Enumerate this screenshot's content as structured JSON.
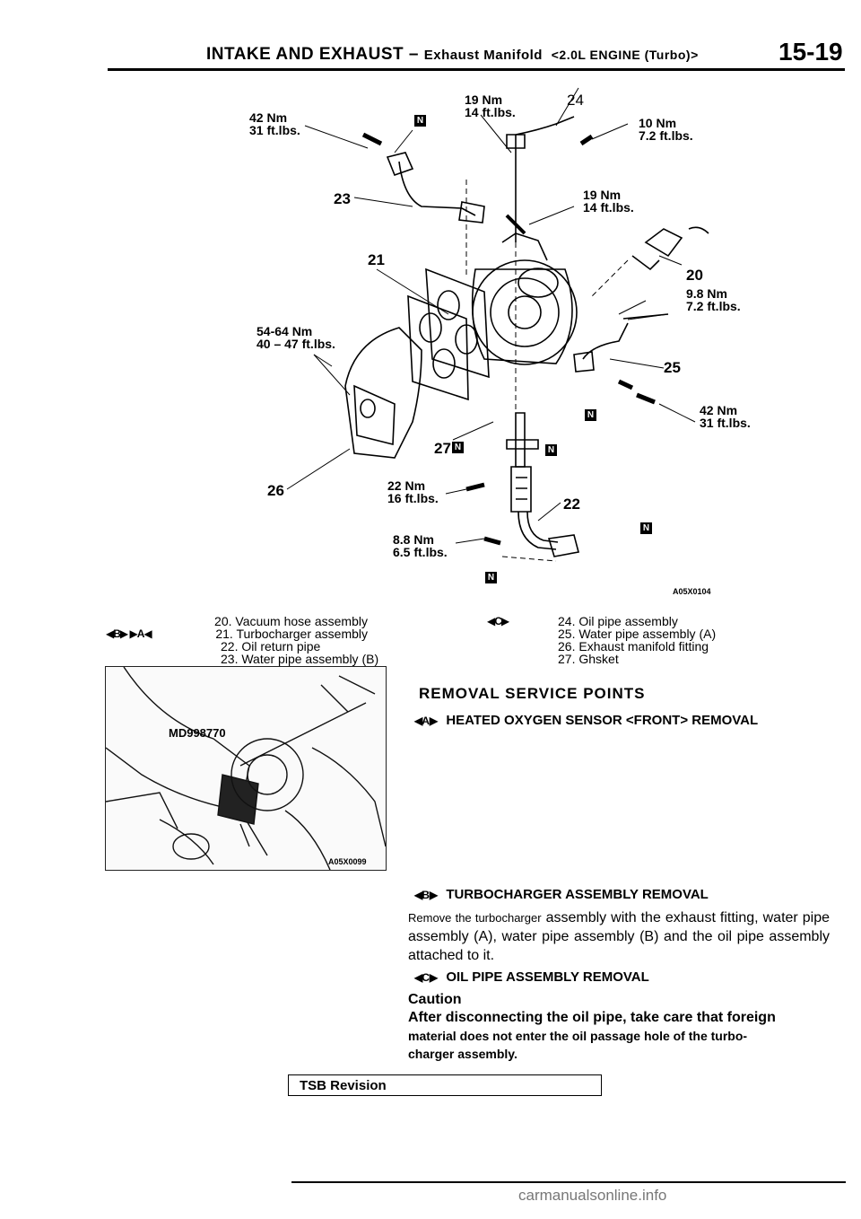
{
  "header": {
    "title": "INTAKE AND EXHAUST",
    "dash": "–",
    "subtitle": "Exhaust Manifold",
    "engine": "<2.0L ENGINE (Turbo)>",
    "page_number": "15-19"
  },
  "diagram": {
    "torque_labels": {
      "t_top_left": [
        "42 Nm",
        "31 ft.lbs."
      ],
      "t_top_mid": [
        "19 Nm",
        "14 ft.lbs."
      ],
      "t_top_right": [
        "10 Nm",
        "7.2 ft.lbs."
      ],
      "t_mid_right": [
        "19 Nm",
        "14 ft.lbs."
      ],
      "t_left": [
        "54-64 Nm",
        "40 – 47 ft.lbs."
      ],
      "t_right_98": [
        "9.8 Nm",
        "7.2 ft.lbs."
      ],
      "t_right_42": [
        "42 Nm",
        "31 ft.lbs."
      ],
      "t_bottom_22": [
        "22 Nm",
        "16 ft.lbs."
      ],
      "t_bottom_88": [
        "8.8 Nm",
        "6.5 ft.lbs."
      ]
    },
    "part_numbers": [
      "24",
      "23",
      "21",
      "20",
      "25",
      "26",
      "27",
      "22"
    ],
    "n_mark": "N",
    "figure_code": "A05X0104"
  },
  "legend": {
    "left": [
      "20. Vacuum hose assembly",
      "21. Turbocharger assembly",
      "22. Oil return pipe",
      "23. Water pipe assembly (B)"
    ],
    "right": [
      "24. Oil pipe assembly",
      "25. Water pipe assembly (A)",
      "26. Exhaust manifold fitting",
      "27. Ghsket"
    ],
    "markers": {
      "b": "B",
      "a": "A",
      "c": "C"
    }
  },
  "photo": {
    "tool_label": "MD998770",
    "figure_code": "A05X0099"
  },
  "section": {
    "title": "REMOVAL SERVICE POINTS",
    "a_heading": "HEATED OXYGEN SENSOR <FRONT> REMOVAL",
    "b_heading": "TURBOCHARGER ASSEMBLY REMOVAL",
    "b_body_small": "Remove the turbocharger",
    "b_body": "assembly with the exhaust fitting, water pipe assembly (A), water pipe assembly (B) and the oil pipe assembly attached to it.",
    "c_heading": "OIL PIPE ASSEMBLY REMOVAL",
    "caution_title": "Caution",
    "caution_text_1": "After disconnecting the oil pipe, take care that foreign",
    "caution_text_2": "material does not enter the oil passage hole of the turbo-",
    "caution_text_3": "charger assembly."
  },
  "footer": {
    "tsb": "TSB Revision",
    "watermark": "carmanualsonline.info"
  }
}
